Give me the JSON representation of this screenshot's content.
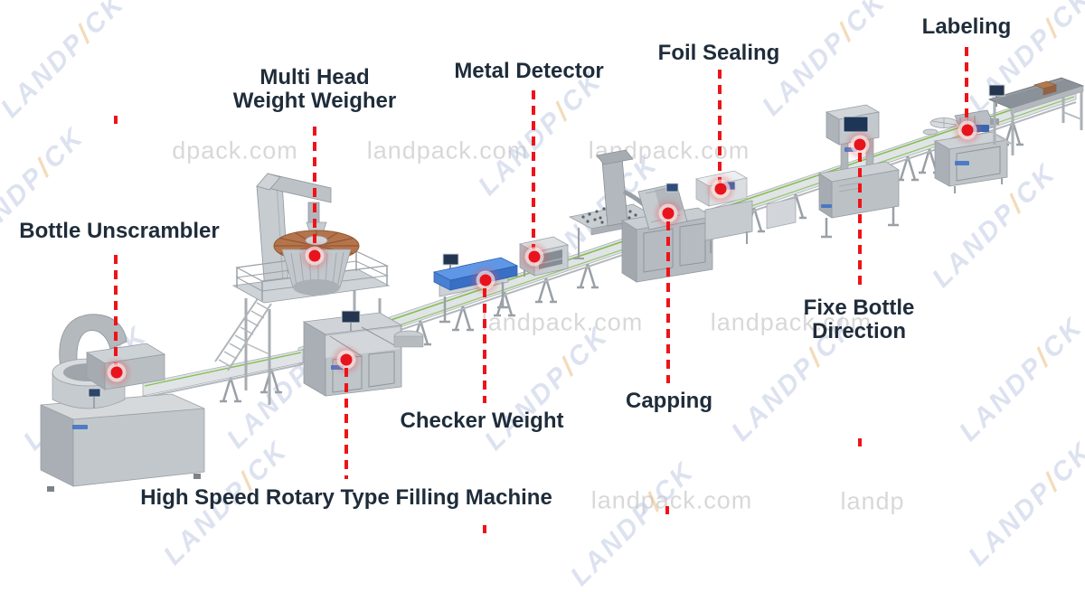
{
  "page": {
    "background": "#ffffff"
  },
  "watermark": {
    "logo_prefix": "LANDP",
    "logo_slash": "/",
    "logo_suffix": "CK",
    "url_text": "landpack.com",
    "url_partial_start": "dpack.com",
    "url_partial_end": "landp"
  },
  "annotations": [
    {
      "id": "bottle-unscrambler",
      "label": "Bottle Unscrambler"
    },
    {
      "id": "multi-head-weigher",
      "label": "Multi Head\nWeight Weigher"
    },
    {
      "id": "filling-machine",
      "label": "High Speed Rotary Type Filling Machine"
    },
    {
      "id": "checker-weight",
      "label": "Checker Weight"
    },
    {
      "id": "metal-detector",
      "label": "Metal Detector"
    },
    {
      "id": "capping",
      "label": "Capping"
    },
    {
      "id": "foil-sealing",
      "label": "Foil Sealing"
    },
    {
      "id": "fixe-bottle-direction",
      "label": "Fixe Bottle\nDirection"
    },
    {
      "id": "labeling",
      "label": "Labeling"
    }
  ],
  "colors": {
    "label_text": "#1f2c3a",
    "annotation_red": "#e8131c",
    "watermark_logo_blue": "#c2cbe4",
    "watermark_logo_slash_orange": "#eabf85",
    "watermark_url_gray": "#cfcfcf",
    "machine_gray_light": "#d0d4d8",
    "machine_gray_mid": "#c0c5ca",
    "machine_gray_dark": "#a9afb5",
    "belt_blue": "#4a80d4",
    "weigher_orange": "#b5744b",
    "conveyor_green": "#86bf4f",
    "screen_navy": "#24364f",
    "table_top_gray": "#8b9198",
    "caps_box_brown": "#b07a52"
  }
}
